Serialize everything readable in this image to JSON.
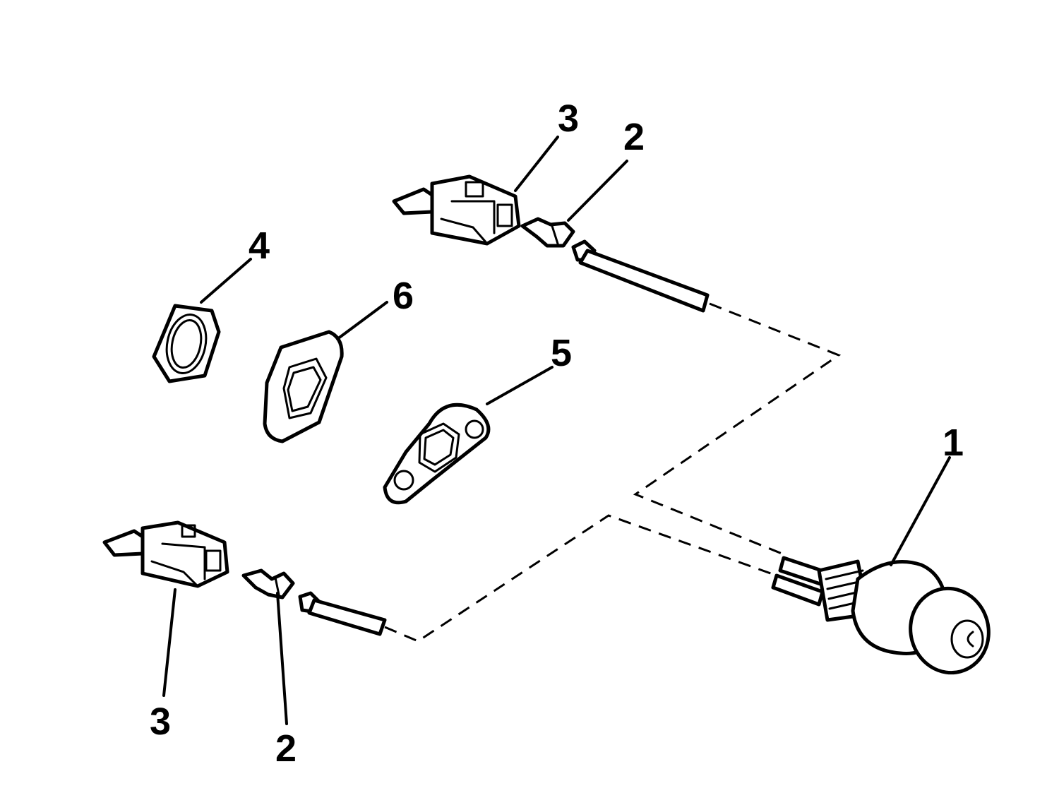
{
  "callouts": {
    "part_1": "1",
    "part_2_upper": "2",
    "part_2_lower": "2",
    "part_3_upper": "3",
    "part_3_lower": "3",
    "part_4": "4",
    "part_5": "5",
    "part_6": "6"
  },
  "colors": {
    "ink": "#000000",
    "paper": "#ffffff"
  }
}
